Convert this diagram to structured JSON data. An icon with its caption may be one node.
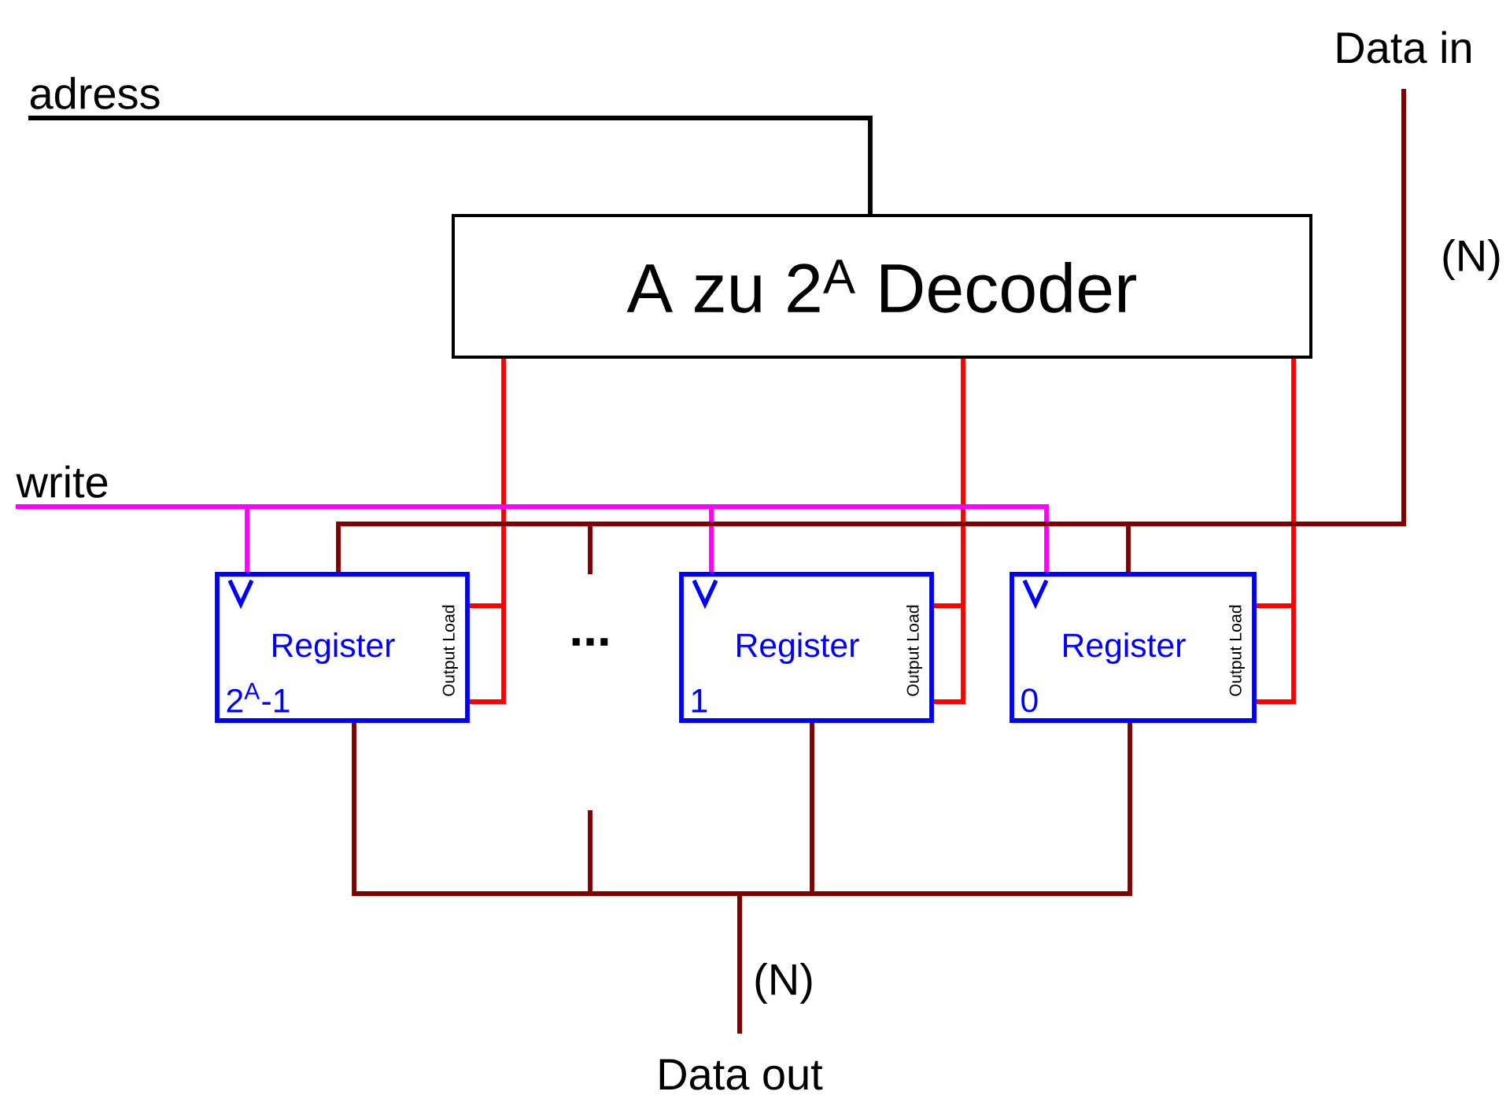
{
  "diagram": {
    "nodes": [
      {
        "text": [
          "adress"
        ]
      },
      {
        "text": [
          "A zu 2$^{A}$ Decoder"
        ]
      },
      {
        "text": [
          "Data in"
        ]
      },
      {
        "text": [
          "write"
        ]
      },
      {
        "text": [
          "Register",
          "2$^{A}$-1",
          "Output Load"
        ]
      },
      {
        "text": [
          "Register",
          "1",
          "Output Load"
        ]
      },
      {
        "text": [
          "Register",
          "0",
          "Output Load"
        ]
      },
      {
        "text": [
          "Data out"
        ]
      }
    ],
    "edges": [
      {
        "from": 0,
        "to": 1,
        "arrow": "none",
        "color": "#000000"
      },
      {
        "from": 1,
        "to": 4,
        "arrow": "none",
        "color": "#ff0000"
      },
      {
        "from": 1,
        "to": 5,
        "arrow": "none",
        "color": "#ff0000"
      },
      {
        "from": 1,
        "to": 6,
        "arrow": "none",
        "color": "#ff0000"
      },
      {
        "from": 3,
        "to": 4,
        "arrow": "none",
        "color": "#ff00ff"
      },
      {
        "from": 3,
        "to": 5,
        "arrow": "none",
        "color": "#ff00ff"
      },
      {
        "from": 3,
        "to": 6,
        "arrow": "none",
        "color": "#ff00ff"
      },
      {
        "from": 2,
        "to": 4,
        "arrow": "none",
        "color": "#800000"
      },
      {
        "from": 2,
        "to": 6,
        "arrow": "none",
        "color": "#800000"
      },
      {
        "from": 4,
        "to": 7,
        "arrow": "none",
        "color": "#800000"
      },
      {
        "from": 5,
        "to": 7,
        "arrow": "none",
        "color": "#800000"
      },
      {
        "from": 6,
        "to": 7,
        "arrow": "none",
        "color": "#800000"
      }
    ],
    "labels": [
      "(N)",
      "...",
      "(N)"
    ]
  }
}
